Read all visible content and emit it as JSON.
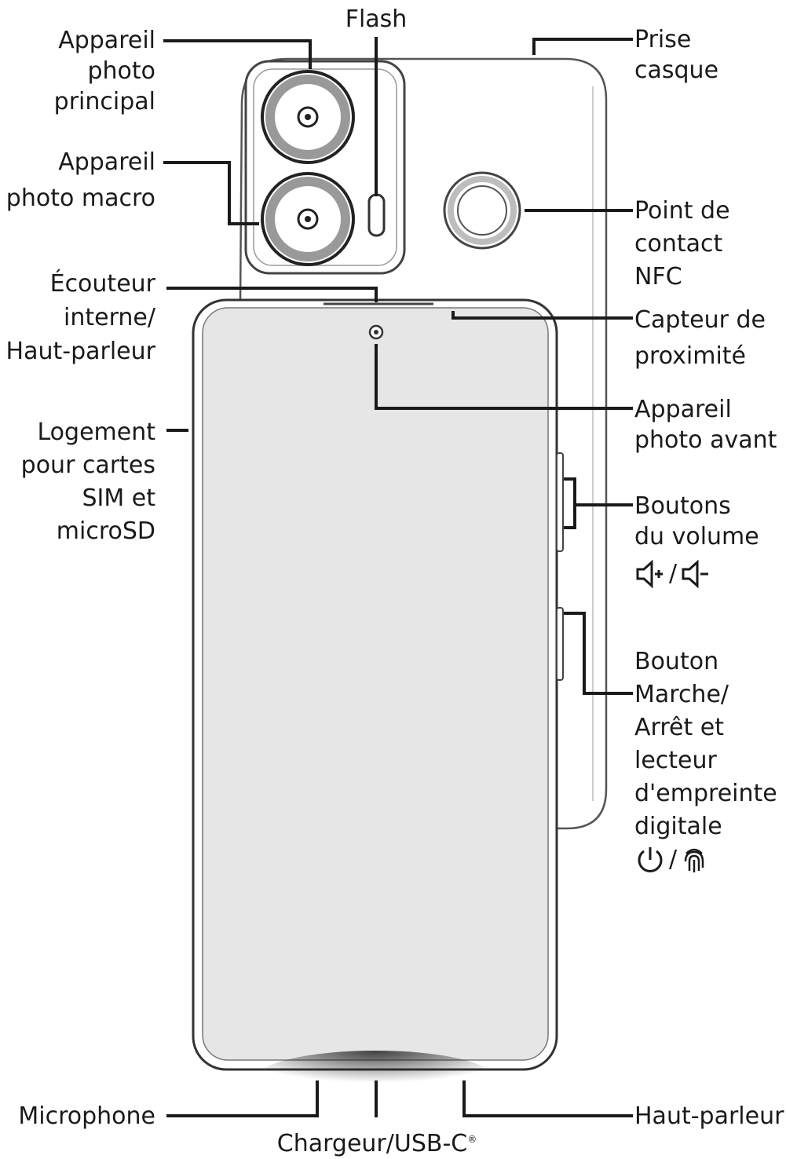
{
  "labels": {
    "flash": "Flash",
    "main_camera": [
      "Appareil",
      "photo",
      "principal"
    ],
    "macro_camera": [
      "Appareil",
      "photo macro"
    ],
    "earpiece": [
      "Écouteur",
      "interne/",
      "Haut-parleur"
    ],
    "sim_slot": [
      "Logement",
      "pour cartes",
      "SIM et",
      "microSD"
    ],
    "microphone": "Microphone",
    "charger": "Chargeur/USB-C",
    "charger_mark": "®",
    "speaker_bottom": "Haut-parleur",
    "headset_jack": [
      "Prise",
      "casque"
    ],
    "nfc": [
      "Point de",
      "contact",
      "NFC"
    ],
    "proximity": [
      "Capteur de",
      "proximité"
    ],
    "front_camera": [
      "Appareil",
      "photo avant"
    ],
    "volume": [
      "Boutons",
      "du volume"
    ],
    "power": [
      "Bouton",
      "Marche/",
      "Arrêt et",
      "lecteur",
      "d'empreinte",
      "digitale"
    ]
  },
  "icons": {
    "volume_up": "volume-up-icon",
    "volume_down": "volume-down-icon",
    "power": "power-icon",
    "fingerprint": "fingerprint-icon",
    "separator": "/"
  },
  "colors": {
    "line": "#1a1a1a",
    "device_outline": "#555555",
    "screen_fill": "#e6e6e6",
    "camera_ring": "#b8b8b8"
  }
}
